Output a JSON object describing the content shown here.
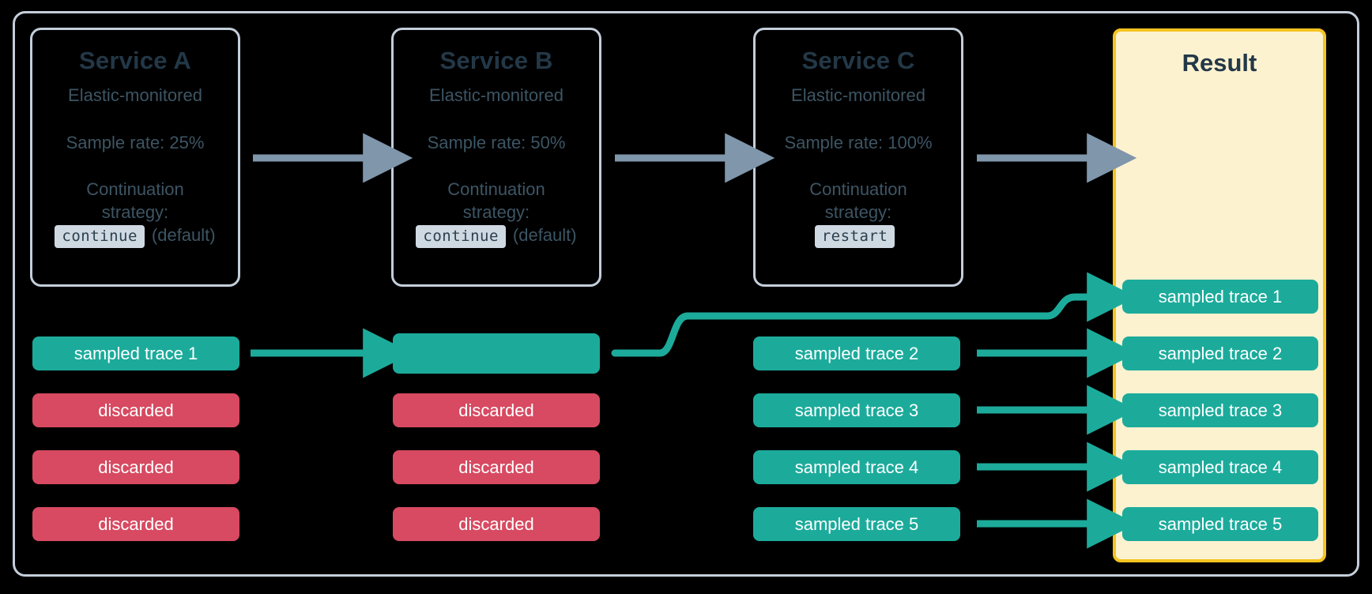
{
  "diagram": {
    "title_hidden": "",
    "colors": {
      "background": "#000000",
      "frame_border": "#c4cedb",
      "service_text": "#233847",
      "service_subtext": "#3d5564",
      "chip_bg": "#cfd9e2",
      "result_bg": "#fdf2d0",
      "result_border": "#f6c320",
      "sampled_trace": "#1cab9b",
      "discarded": "#d74a61",
      "grey_arrow": "#7f96ab",
      "teal_arrow": "#1cab9b"
    }
  },
  "services": [
    {
      "name": "Service A",
      "monitored": "Elastic-monitored",
      "sample_rate": "Sample rate: 25%",
      "strategy_label_line1": "Continuation",
      "strategy_label_line2": "strategy:",
      "strategy_value": "continue",
      "strategy_note": "(default)"
    },
    {
      "name": "Service B",
      "monitored": "Elastic-monitored",
      "sample_rate": "Sample rate: 50%",
      "strategy_label_line1": "Continuation",
      "strategy_label_line2": "strategy:",
      "strategy_value": "continue",
      "strategy_note": "(default)"
    },
    {
      "name": "Service C",
      "monitored": "Elastic-monitored",
      "sample_rate": "Sample rate: 100%",
      "strategy_label_line1": "Continuation",
      "strategy_label_line2": "strategy:",
      "strategy_value": "restart",
      "strategy_note": ""
    }
  ],
  "result": {
    "title": "Result",
    "traces": [
      "sampled trace 1",
      "sampled trace 2",
      "sampled trace 3",
      "sampled trace 4",
      "sampled trace 5"
    ]
  },
  "columns": {
    "service_a_traces": [
      {
        "label": "sampled trace 1",
        "kind": "sampled"
      },
      {
        "label": "discarded",
        "kind": "discarded"
      },
      {
        "label": "discarded",
        "kind": "discarded"
      },
      {
        "label": "discarded",
        "kind": "discarded"
      }
    ],
    "service_b_traces": [
      {
        "label": "",
        "kind": "sampled"
      },
      {
        "label": "discarded",
        "kind": "discarded"
      },
      {
        "label": "discarded",
        "kind": "discarded"
      },
      {
        "label": "discarded",
        "kind": "discarded"
      }
    ],
    "service_c_traces": [
      {
        "label": "sampled trace 2",
        "kind": "sampled"
      },
      {
        "label": "sampled trace 3",
        "kind": "sampled"
      },
      {
        "label": "sampled trace 4",
        "kind": "sampled"
      },
      {
        "label": "sampled trace 5",
        "kind": "sampled"
      }
    ]
  },
  "flow_arrows": {
    "service_a_to_b": "arrow-right",
    "service_b_to_c": "arrow-right",
    "service_c_to_result": "arrow-right"
  }
}
